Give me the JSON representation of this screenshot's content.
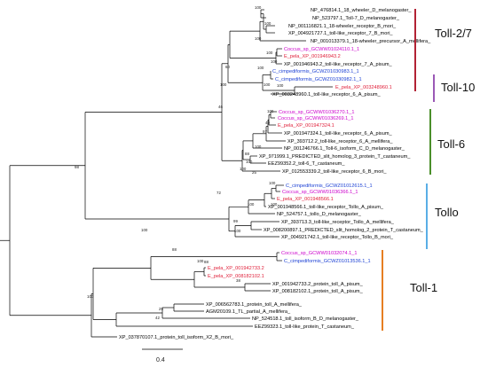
{
  "colors": {
    "black": "#000000",
    "magenta": "#cc00cc",
    "blue": "#1a3fd4",
    "red": "#e0203a"
  },
  "leaves": [
    {
      "label": "NP_476814.1_18_wheeler_D_melanogaster_",
      "color": "black"
    },
    {
      "label": "NP_523797.1_Toll-7_D_melanogaster_",
      "color": "black"
    },
    {
      "label": "NP_001116821.1_18-wheeler_receptor_B_mori_",
      "color": "black"
    },
    {
      "label": "XP_004921727.1_toll-like_receptor_7_B_mori_",
      "color": "black"
    },
    {
      "label": "NP_001013379.1_18-wheeler_precursor_A_mellifera_",
      "color": "black"
    },
    {
      "label": "Coccus_sp_GCWW01024110.1_1",
      "color": "magenta"
    },
    {
      "label": "E_pela_XP_001946943.2",
      "color": "red"
    },
    {
      "label": "XP_001946943.2_toll-like_receptor_7_A_pisum_",
      "color": "black"
    },
    {
      "label": "C_cimpediformis_GCWZ01030983.1_1",
      "color": "blue"
    },
    {
      "label": "C_cimpediformis_GCWZ01030982.1_1",
      "color": "blue"
    },
    {
      "label": "E_pela_XP_003248960.1",
      "color": "red"
    },
    {
      "label": "XP_003248960.1_toll-like_receptor_6_A_pisum_",
      "color": "black"
    },
    {
      "label": "Coccus_sp_GCWW01036270.1_1",
      "color": "magenta"
    },
    {
      "label": "Coccus_sp_GCWW01036269.1_1",
      "color": "magenta"
    },
    {
      "label": "E_pela_XP_001947324.1",
      "color": "red"
    },
    {
      "label": "XP_001947324.1_toll-like_receptor_6_A_pisum_",
      "color": "black"
    },
    {
      "label": "XP_393712.2_toll-like_receptor_6_A_mellifera_",
      "color": "black"
    },
    {
      "label": "NP_001246766.1_Toll-6_isoform_C_D_melanogaster_",
      "color": "black"
    },
    {
      "label": "XP_971999.1_PREDICTED_slit_homolog_3_protein_T_castaneum_",
      "color": "black"
    },
    {
      "label": "EEZ99352.2_toll-6_T_castaneum_",
      "color": "black"
    },
    {
      "label": "XP_012553339.2_toll-like_receptor_6_B_mori_",
      "color": "black"
    },
    {
      "label": "C_cimpediformis_GCWZ01012615.1_1",
      "color": "blue"
    },
    {
      "label": "Coccus_sp_GCWW01036366.1_1",
      "color": "magenta"
    },
    {
      "label": "E_pela_XP_001948566.1",
      "color": "red"
    },
    {
      "label": "XP_001948566.1_toll-like_receptor_Tollo_A_pisum_",
      "color": "black"
    },
    {
      "label": "NP_524757.1_tollo_D_melanogaster_",
      "color": "black"
    },
    {
      "label": "XP_393713.3_toll-like_receptor_Tollo_A_mellifera_",
      "color": "black"
    },
    {
      "label": "XP_008200897.1_PREDICTED_slit_homolog_2_protein_T_castaneum_",
      "color": "black"
    },
    {
      "label": "XP_004921742.1_toll-like_receptor_Tollo_B_mori_",
      "color": "black"
    },
    {
      "label": "Coccus_sp_GCWW01032074.1_1",
      "color": "magenta"
    },
    {
      "label": "C_cimpediformis_GCWZ01013536.1_1",
      "color": "blue"
    },
    {
      "label": "E_pela_XP_001942733.2",
      "color": "red"
    },
    {
      "label": "E_pela_XP_008182102.1",
      "color": "red"
    },
    {
      "label": "XP_001942733.2_protein_toll_A_pisum_",
      "color": "black"
    },
    {
      "label": "XP_008182102.1_protein_toll_A_pisum_",
      "color": "black"
    },
    {
      "label": "XP_006562783.1_protein_toll_A_mellifera_",
      "color": "black"
    },
    {
      "label": "AGM20109.1_TL_partial_A_mellifera_",
      "color": "black"
    },
    {
      "label": "NP_524518.1_toll_isoform_B_D_melanogaster_",
      "color": "black"
    },
    {
      "label": "EEZ99323.1_toll-like_protein_T_castaneum_",
      "color": "black"
    },
    {
      "label": "XP_037870107.1_protein_toll_isoform_X2_B_mori_",
      "color": "black"
    }
  ],
  "bootstrap_values": [
    "100",
    "100",
    "100",
    "100",
    "100",
    "100",
    "100",
    "60",
    "100",
    "100",
    "46",
    "100",
    "40",
    "97",
    "100",
    "88",
    "100",
    "100",
    "25",
    "100",
    "72",
    "100",
    "100",
    "99",
    "100",
    "100",
    "88",
    "100",
    "88",
    "38",
    "25",
    "42",
    "100",
    "98"
  ],
  "clades": [
    {
      "name": "Toll-2/7",
      "color": "#b22234"
    },
    {
      "name": "Toll-10",
      "color": "#9b59b6"
    },
    {
      "name": "Toll-6",
      "color": "#4a8f2a"
    },
    {
      "name": "Tollo",
      "color": "#5aaee6"
    },
    {
      "name": "Toll-1",
      "color": "#e67e22"
    }
  ],
  "scale_bar": {
    "label": "0.4"
  }
}
